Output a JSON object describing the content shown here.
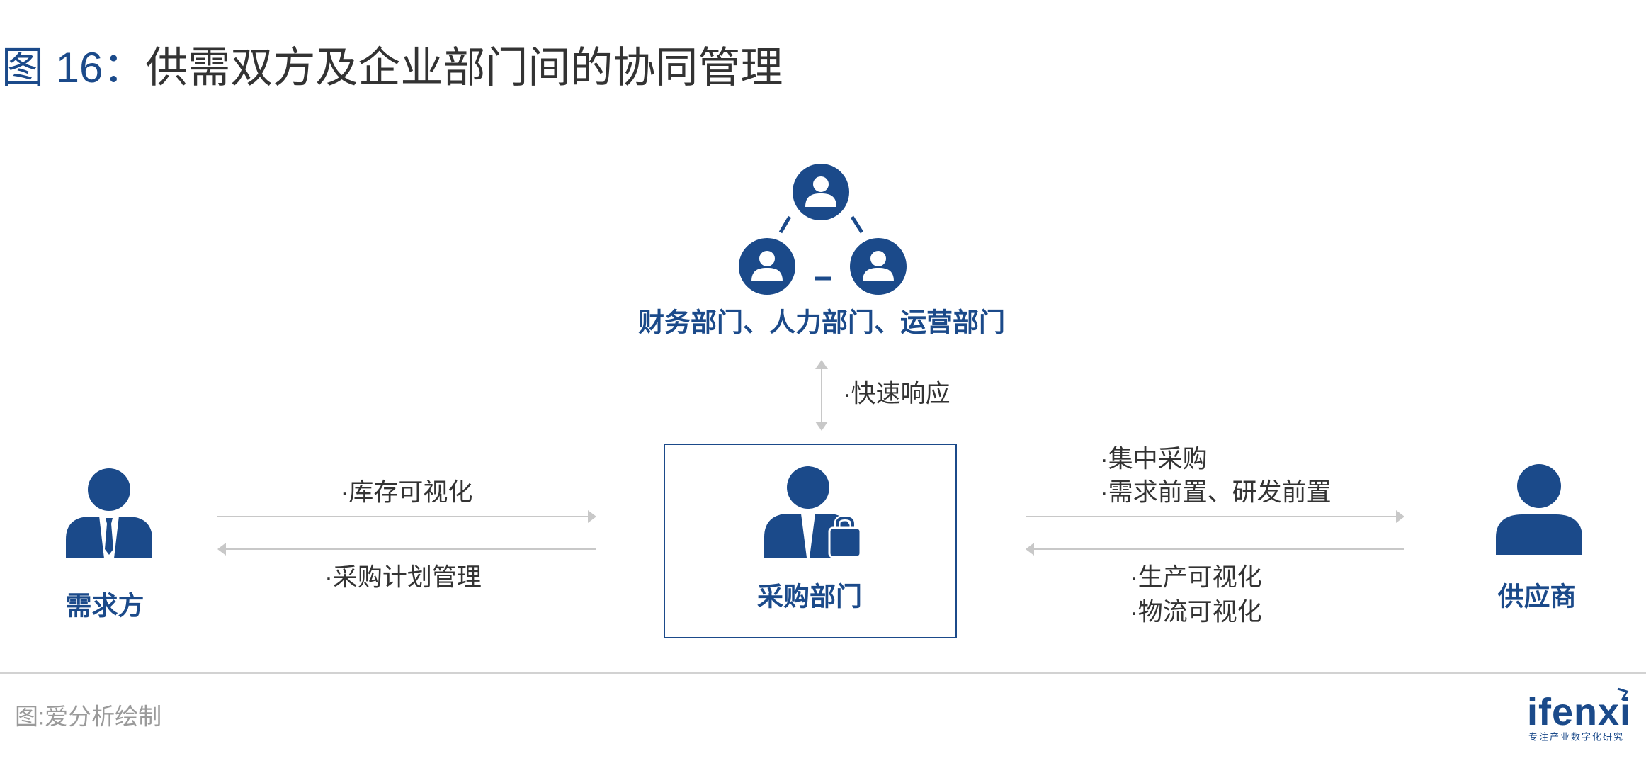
{
  "title": {
    "prefix": "图 16：",
    "text": "供需双方及企业部门间的协同管理"
  },
  "departments": {
    "label": "财务部门、人力部门、运营部门",
    "icon": "person-in-circle-icon"
  },
  "departments_link": {
    "label": "·快速响应"
  },
  "procurement": {
    "label": "采购部门",
    "icon": "businessman-with-bag-icon"
  },
  "demand_side": {
    "label": "需求方",
    "icon": "businessman-icon"
  },
  "supplier": {
    "label": "供应商",
    "icon": "person-icon"
  },
  "demand_links": {
    "to_procurement": [
      "·库存可视化"
    ],
    "to_demand_side": [
      "·采购计划管理"
    ]
  },
  "supplier_links": {
    "to_supplier": [
      "·集中采购",
      "·需求前置、研发前置"
    ],
    "to_procurement": [
      "·生产可视化",
      "·物流可视化"
    ]
  },
  "source_note": "图:爱分析绘制",
  "logo": {
    "wordmark": "ifenxi",
    "tagline": "专注产业数字化研究"
  },
  "colors": {
    "brand_blue": "#1b4a8a",
    "text_dark": "#333333",
    "arrow_gray": "#c8c8c8",
    "divider_gray": "#d2d2d2",
    "note_gray": "#9a9a9a"
  }
}
